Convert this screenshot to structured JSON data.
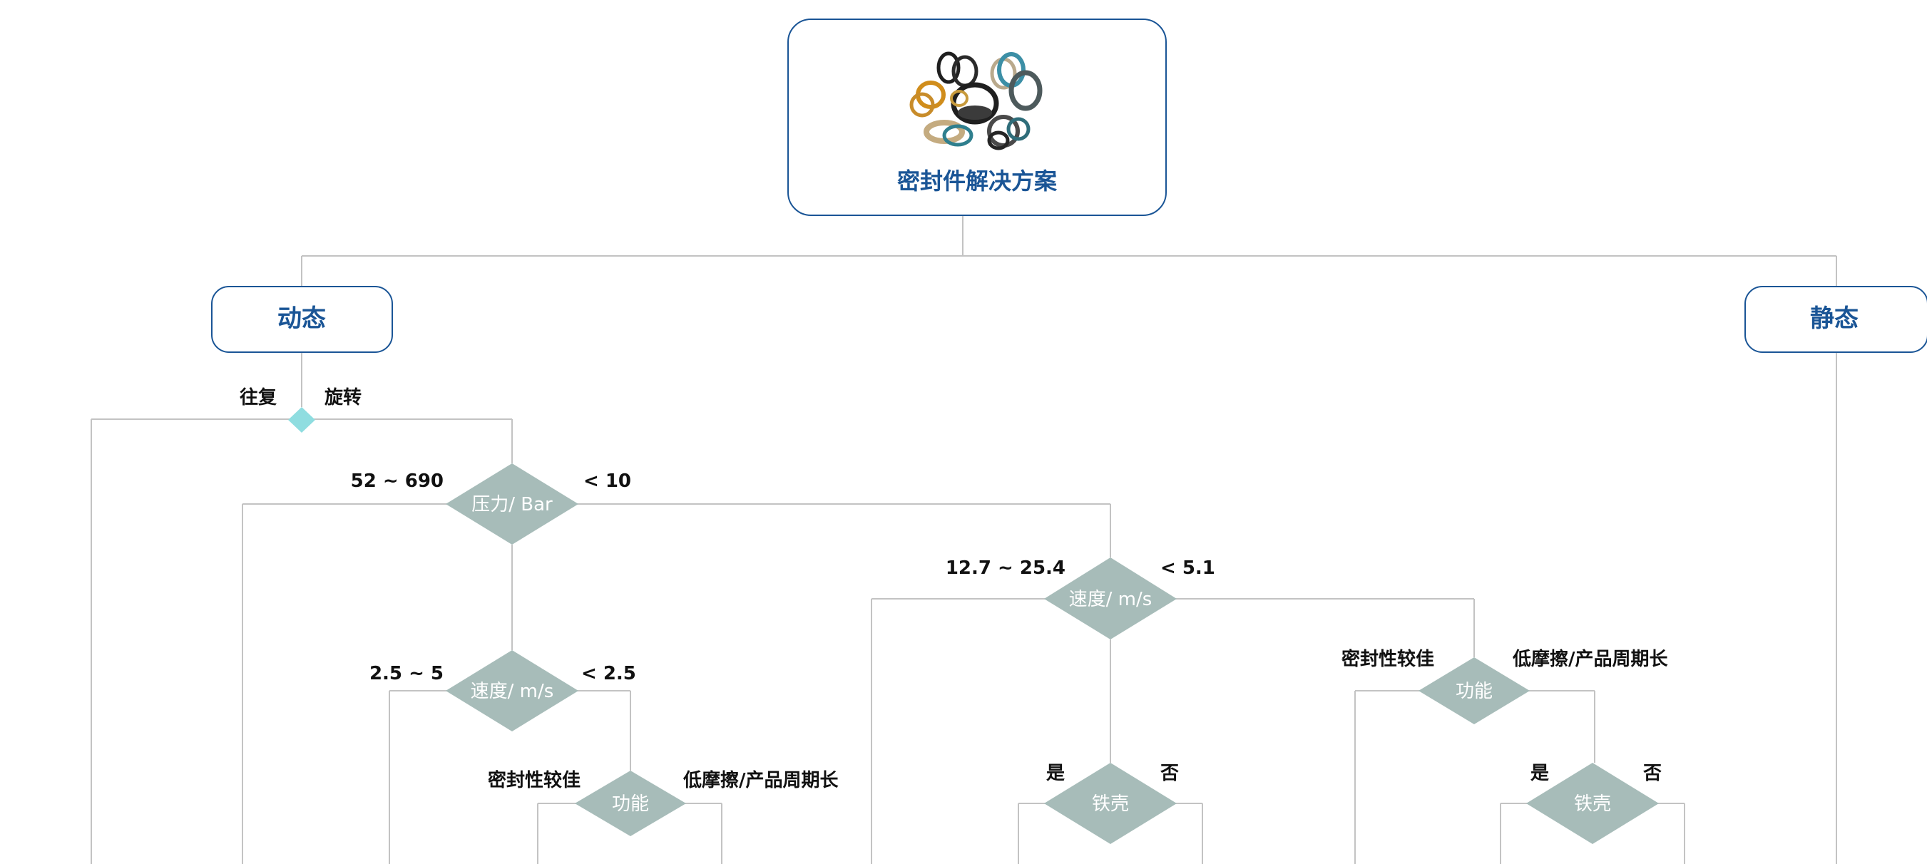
{
  "root": {
    "title": "密封件解决方案"
  },
  "categories": {
    "dynamic": "动态",
    "static": "静态"
  },
  "motion": {
    "reciprocating": "往复",
    "rotating": "旋转"
  },
  "pressure": {
    "title": "压力/ Bar",
    "high": "52 ~ 690",
    "low": "< 10"
  },
  "speed_left": {
    "title": "速度/ m/s",
    "high": "2.5 ~ 5",
    "low": "< 2.5"
  },
  "function_left": {
    "title": "功能",
    "sealing": "密封性较佳",
    "low_friction": "低摩擦/产品周期长"
  },
  "speed_right": {
    "title": "速度/ m/s",
    "high": "12.7 ~ 25.4",
    "low": "< 5.1"
  },
  "iron_mid": {
    "title": "铁壳",
    "yes": "是",
    "no": "否"
  },
  "function_right": {
    "title": "功能",
    "sealing": "密封性较佳",
    "low_friction": "低摩擦/产品周期长"
  },
  "iron_right": {
    "title": "铁壳",
    "yes": "是",
    "no": "否"
  },
  "colors": {
    "node_border": "#1a5596",
    "node_text": "#1a5596",
    "diamond_fill": "#a7bcb9",
    "junction_fill": "#8fdde0",
    "connector": "#c3c3c3"
  }
}
